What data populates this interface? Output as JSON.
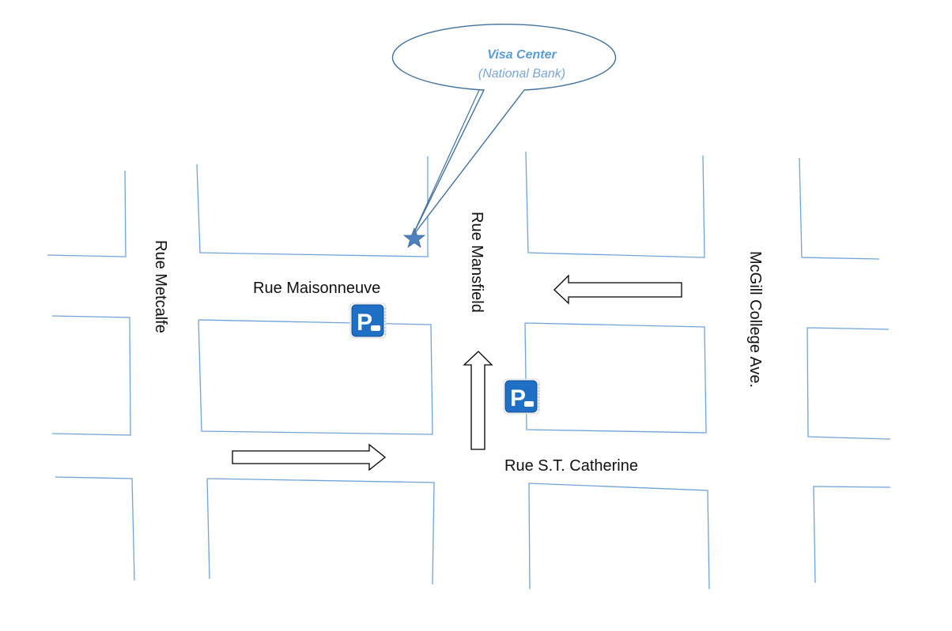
{
  "map": {
    "streets": {
      "rue_metcalfe": "Rue Metcalfe",
      "rue_maisonneuve": "Rue Maisonneuve",
      "rue_mansfield": "Rue Mansfield",
      "mcgill_college": "McGill College Ave.",
      "rue_st_catherine": "Rue S.T. Catherine"
    },
    "callout": {
      "title": "Visa Center",
      "subtitle": "(National Bank)"
    },
    "markers": {
      "destination_icon": "star-icon",
      "parking_icon": "parking-icon",
      "parking_letter": "P"
    },
    "arrows": {
      "st_catherine_direction": "east",
      "mansfield_direction": "north",
      "maisonneuve_direction": "west"
    },
    "colors": {
      "block_lines": "#5b9bd5",
      "callout_outline": "#41719c",
      "callout_text": "#5b9bd5",
      "star_fill": "#4f81bd",
      "parking_blue": "#1f6fc5",
      "arrow_outline": "#000000"
    }
  }
}
